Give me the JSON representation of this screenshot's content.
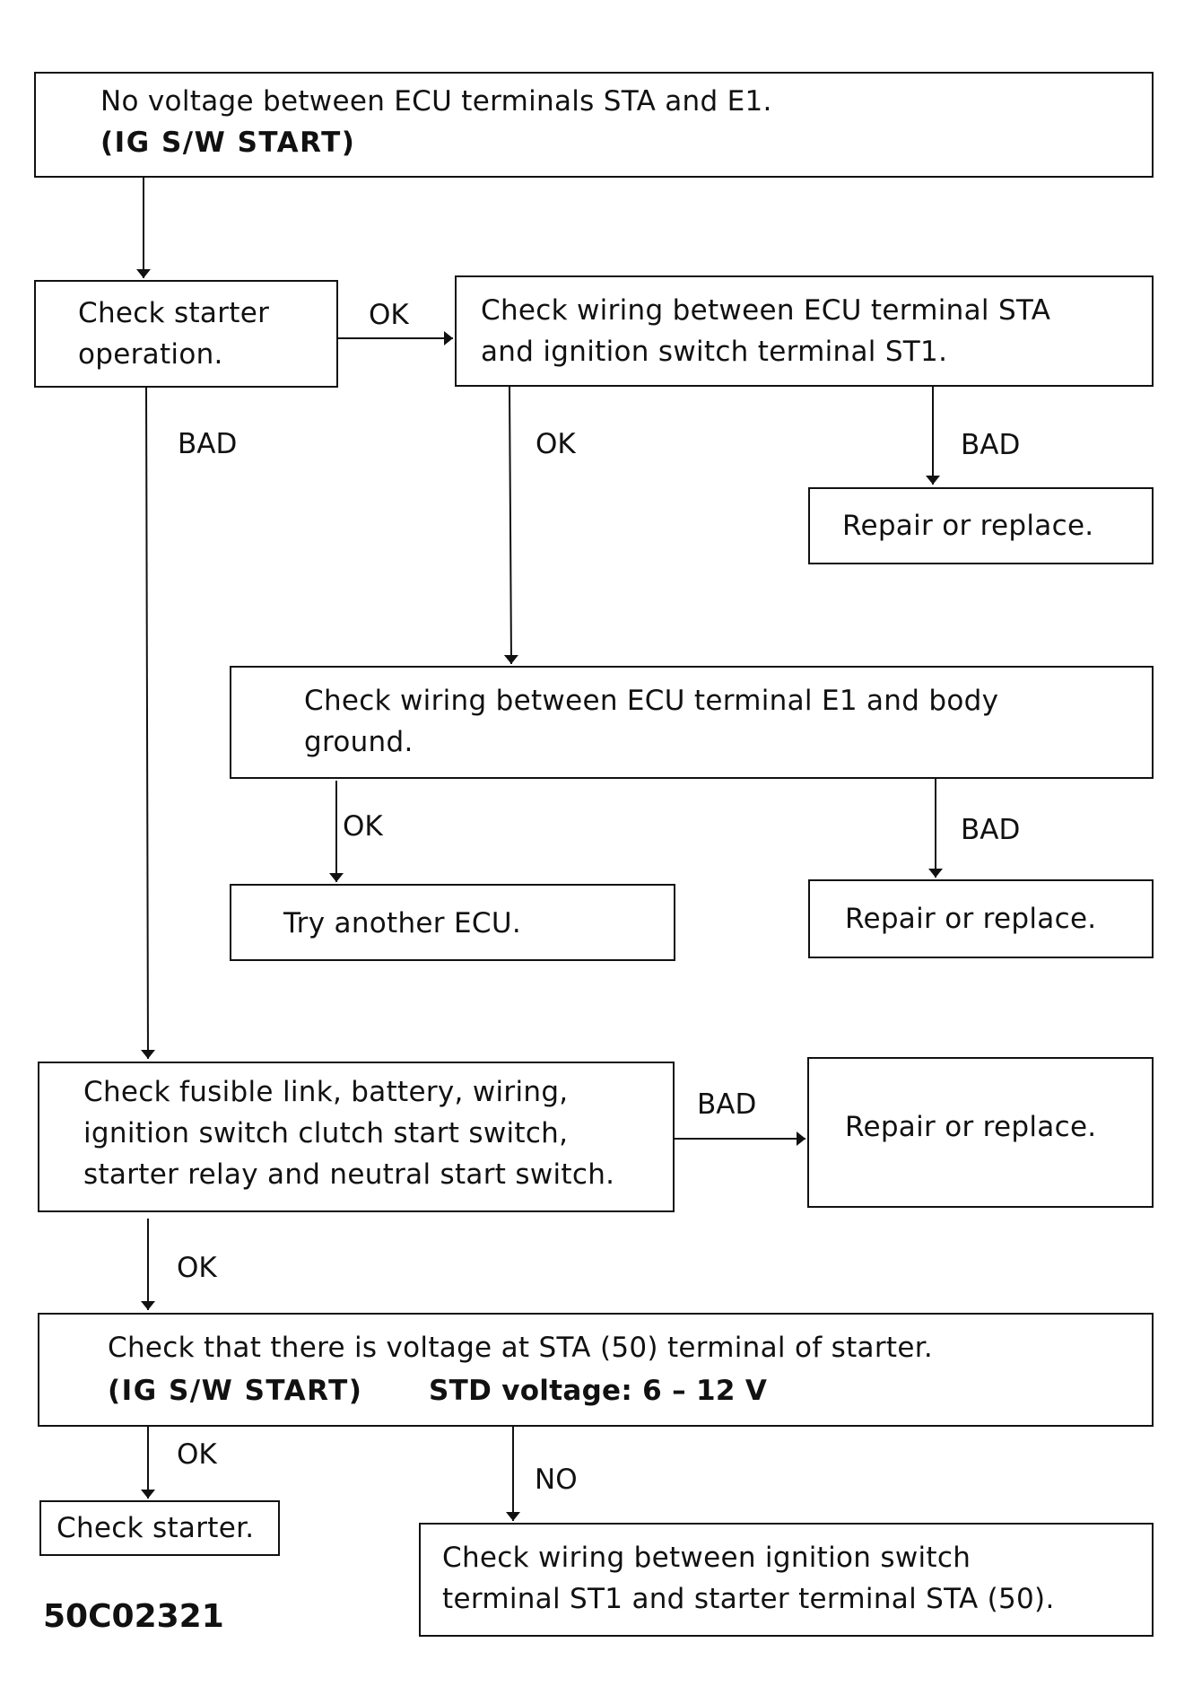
{
  "nodes": {
    "start": {
      "line1": "No voltage between ECU terminals STA and E1.",
      "line2": "(IG S/W START)"
    },
    "check_starter_operation": {
      "line1": "Check starter",
      "line2": "operation."
    },
    "check_wiring_sta_st1": {
      "line1": "Check wiring between ECU terminal STA",
      "line2": "and ignition switch terminal ST1."
    },
    "repair_1": {
      "line1": "Repair or replace."
    },
    "check_wiring_e1_ground": {
      "line1": "Check wiring between ECU terminal E1 and body",
      "line2": "ground."
    },
    "try_another_ecu": {
      "line1": "Try another ECU."
    },
    "repair_2": {
      "line1": "Repair or replace."
    },
    "check_fusible_link": {
      "line1": "Check fusible link, battery, wiring,",
      "line2": "ignition switch clutch start switch,",
      "line3": "starter relay and neutral start switch."
    },
    "repair_3": {
      "line1": "Repair or replace."
    },
    "check_voltage_sta50": {
      "line1": "Check that there is voltage at STA (50) terminal of starter.",
      "line2a": "(IG S/W START)",
      "line2b": "STD voltage:  6 – 12 V"
    },
    "check_starter": {
      "line1": "Check starter."
    },
    "check_wiring_st1_sta50": {
      "line1": "Check wiring between ignition switch",
      "line2": "terminal ST1 and starter terminal STA (50)."
    }
  },
  "edges": {
    "starter_ok": "OK",
    "starter_bad": "BAD",
    "sta_wiring_ok": "OK",
    "sta_wiring_bad": "BAD",
    "e1_ok": "OK",
    "e1_bad": "BAD",
    "fusible_bad": "BAD",
    "fusible_ok": "OK",
    "voltage_ok": "OK",
    "voltage_no": "NO"
  },
  "figure_code": "50C02321",
  "colors": {
    "ink": "#111111",
    "paper": "#ffffff"
  }
}
